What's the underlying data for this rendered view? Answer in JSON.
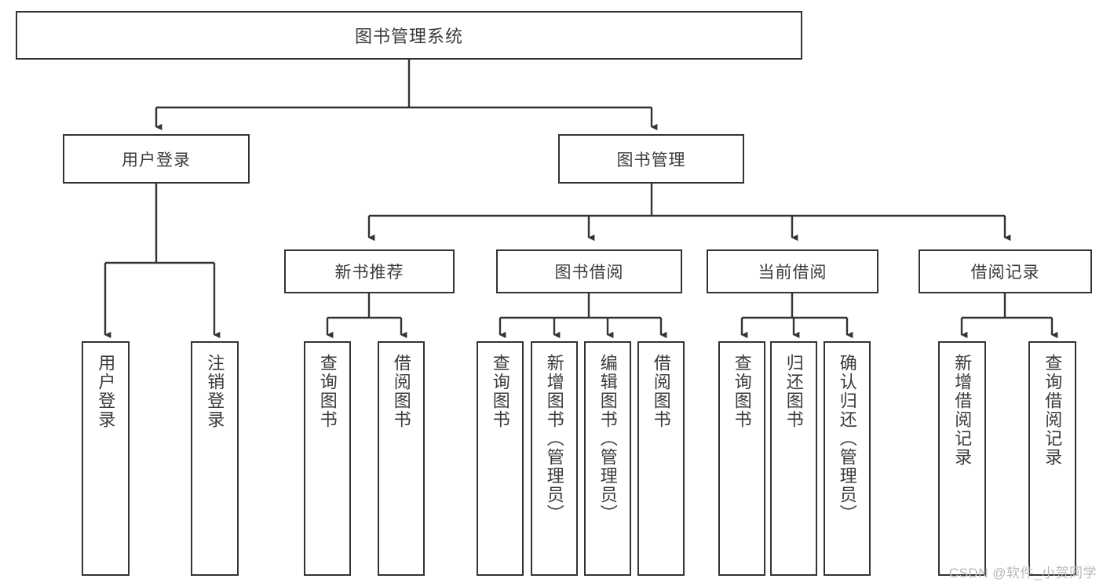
{
  "diagram": {
    "title": "图书管理系统",
    "type": "tree",
    "root": {
      "id": "root",
      "label": "图书管理系统"
    },
    "level1": [
      {
        "id": "user-login",
        "label": "用户登录"
      },
      {
        "id": "book-management",
        "label": "图书管理"
      }
    ],
    "level2": [
      {
        "id": "new-book-recommend",
        "label": "新书推荐",
        "parent": "book-management"
      },
      {
        "id": "book-borrow",
        "label": "图书借阅",
        "parent": "book-management"
      },
      {
        "id": "current-borrow",
        "label": "当前借阅",
        "parent": "book-management"
      },
      {
        "id": "borrow-record",
        "label": "借阅记录",
        "parent": "book-management"
      }
    ],
    "leaves": {
      "user-login": [
        {
          "id": "leaf-user-login",
          "label": "用户登录"
        },
        {
          "id": "leaf-user-logout",
          "label": "注销登录"
        }
      ],
      "new-book-recommend": [
        {
          "id": "leaf-query-book-1",
          "label": "查询图书"
        },
        {
          "id": "leaf-borrow-book-1",
          "label": "借阅图书"
        }
      ],
      "book-borrow": [
        {
          "id": "leaf-query-book-2",
          "label": "查询图书"
        },
        {
          "id": "leaf-add-book",
          "label": "新增图书（管理员）"
        },
        {
          "id": "leaf-edit-book",
          "label": "编辑图书（管理员）"
        },
        {
          "id": "leaf-borrow-book-2",
          "label": "借阅图书"
        }
      ],
      "current-borrow": [
        {
          "id": "leaf-query-book-3",
          "label": "查询图书"
        },
        {
          "id": "leaf-return-book",
          "label": "归还图书"
        },
        {
          "id": "leaf-confirm-return",
          "label": "确认归还（管理员）"
        }
      ],
      "borrow-record": [
        {
          "id": "leaf-add-record",
          "label": "新增借阅记录"
        },
        {
          "id": "leaf-query-record",
          "label": "查询借阅记录"
        }
      ]
    },
    "colors": {
      "stroke": "#333333",
      "fill": "#ffffff",
      "text": "#3b3b3b",
      "watermark": "#b9b9b9"
    }
  },
  "watermark": {
    "text": "CSDN @软件_小贺同学"
  }
}
